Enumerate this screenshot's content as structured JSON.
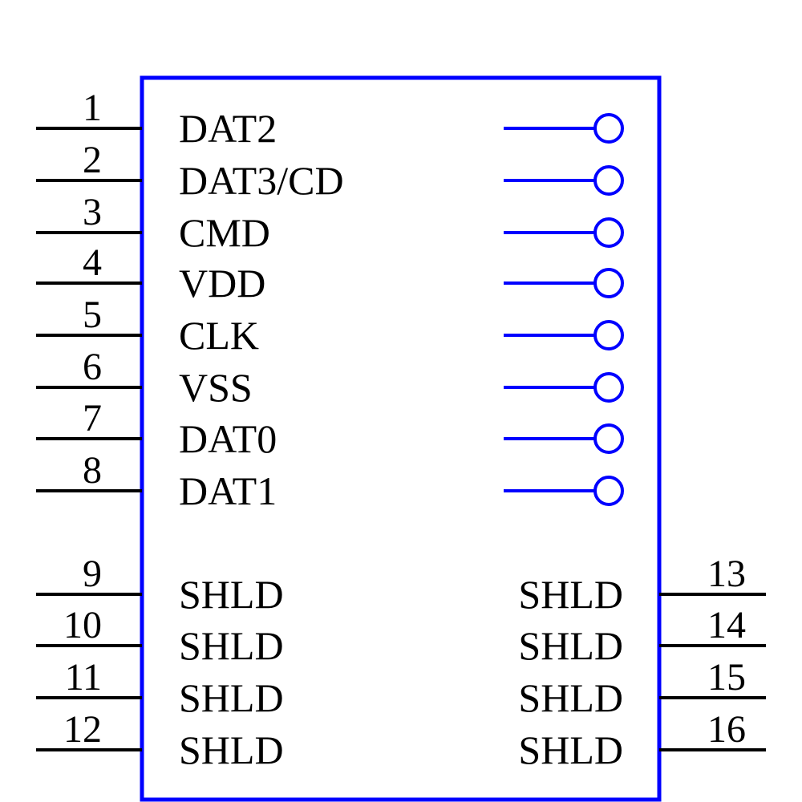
{
  "colors": {
    "body_outline": "#0000ff",
    "pin_lines": "#000000",
    "text": "#000000",
    "no_connect_markers": "#0000ff"
  },
  "left_pins": [
    {
      "number": "1",
      "name": "DAT2"
    },
    {
      "number": "2",
      "name": "DAT3/CD"
    },
    {
      "number": "3",
      "name": "CMD"
    },
    {
      "number": "4",
      "name": "VDD"
    },
    {
      "number": "5",
      "name": "CLK"
    },
    {
      "number": "6",
      "name": "VSS"
    },
    {
      "number": "7",
      "name": "DAT0"
    },
    {
      "number": "8",
      "name": "DAT1"
    },
    {
      "number": "9",
      "name": "SHLD"
    },
    {
      "number": "10",
      "name": "SHLD"
    },
    {
      "number": "11",
      "name": "SHLD"
    },
    {
      "number": "12",
      "name": "SHLD"
    }
  ],
  "right_pins": [
    {
      "number": "13",
      "name": "SHLD"
    },
    {
      "number": "14",
      "name": "SHLD"
    },
    {
      "number": "15",
      "name": "SHLD"
    },
    {
      "number": "16",
      "name": "SHLD"
    }
  ],
  "no_connect_count": 8
}
